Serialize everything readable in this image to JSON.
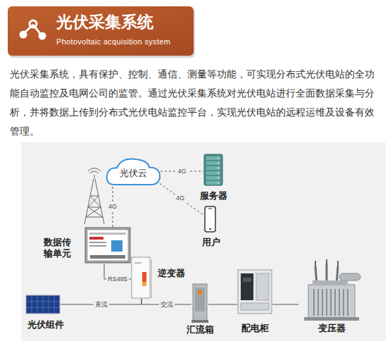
{
  "diagram": {
    "title": "光伏采集系统",
    "nodes": [
      {
        "text": [
          "光伏云"
        ]
      },
      {
        "text": [
          "服务器"
        ]
      },
      {
        "text": [
          "用户"
        ]
      },
      {
        "text": [
          "数据传输单元"
        ]
      },
      {
        "text": [
          "逆变器"
        ]
      },
      {
        "text": [
          "光伏组件"
        ]
      },
      {
        "text": [
          "汇流箱"
        ]
      },
      {
        "text": [
          "配电柜"
        ]
      },
      {
        "text": [
          "变压器"
        ]
      }
    ],
    "edges": [
      {
        "from": 0,
        "to": 1,
        "label": "4G",
        "arrow": "none"
      },
      {
        "from": 0,
        "to": 2,
        "label": "4G",
        "arrow": "none"
      },
      {
        "from": 3,
        "to": 0,
        "label": "4G",
        "arrow": "none"
      },
      {
        "from": 3,
        "to": 4,
        "label": "RS485",
        "arrow": "none"
      },
      {
        "from": 5,
        "to": 4,
        "label": "直流",
        "arrow": "none"
      },
      {
        "from": 4,
        "to": 6,
        "label": "交流",
        "arrow": "none"
      },
      {
        "from": 6,
        "to": 7,
        "arrow": "none"
      },
      {
        "from": 7,
        "to": 8,
        "arrow": "none"
      }
    ],
    "labels": [
      "Photovoltaic acquisition system",
      "光伏采集系统，具有保护、控制、通信、测量等功能，可实现分布式光伏电站的全功能自动监控及电网公司的监管。通过光伏采集系统对光伏电站进行全面数据采集与分析，并将数据上传到分布式光伏电站监控平台，实现光伏电站的远程运维及设备有效管理。"
    ]
  }
}
